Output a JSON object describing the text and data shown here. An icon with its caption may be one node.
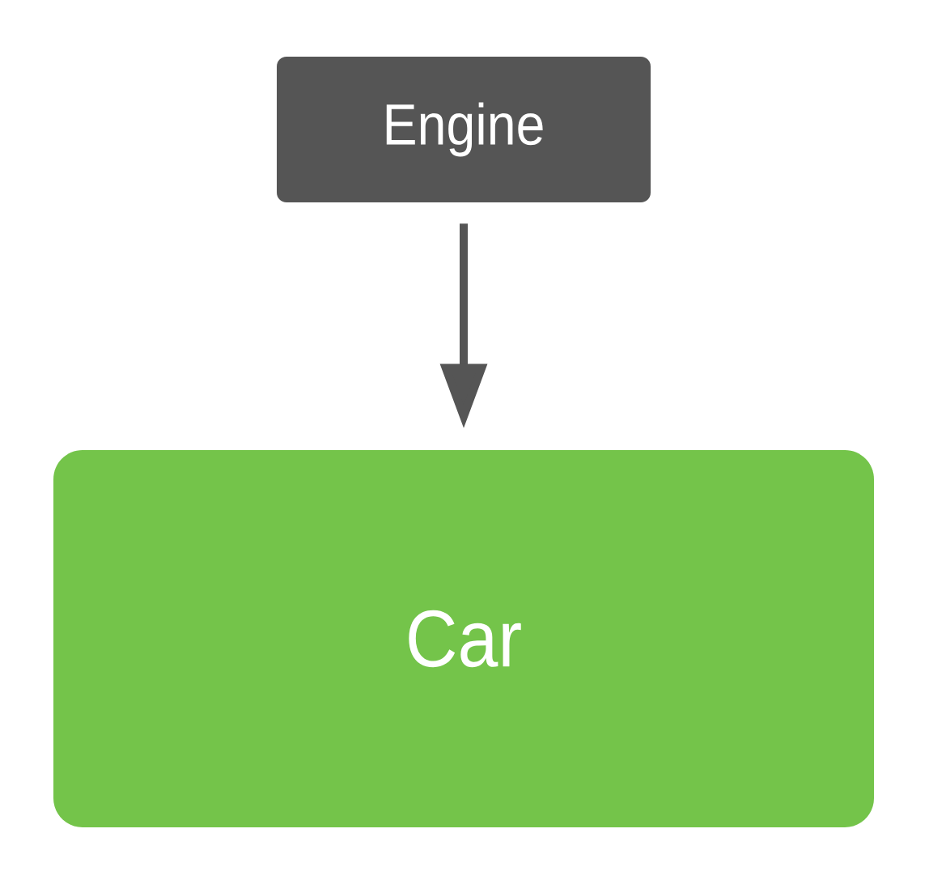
{
  "diagram": {
    "nodes": [
      {
        "text": [
          "Engine"
        ]
      },
      {
        "text": [
          "Car"
        ]
      }
    ],
    "edges": [
      {
        "from": 0,
        "to": 1,
        "arrow": "to"
      }
    ]
  }
}
